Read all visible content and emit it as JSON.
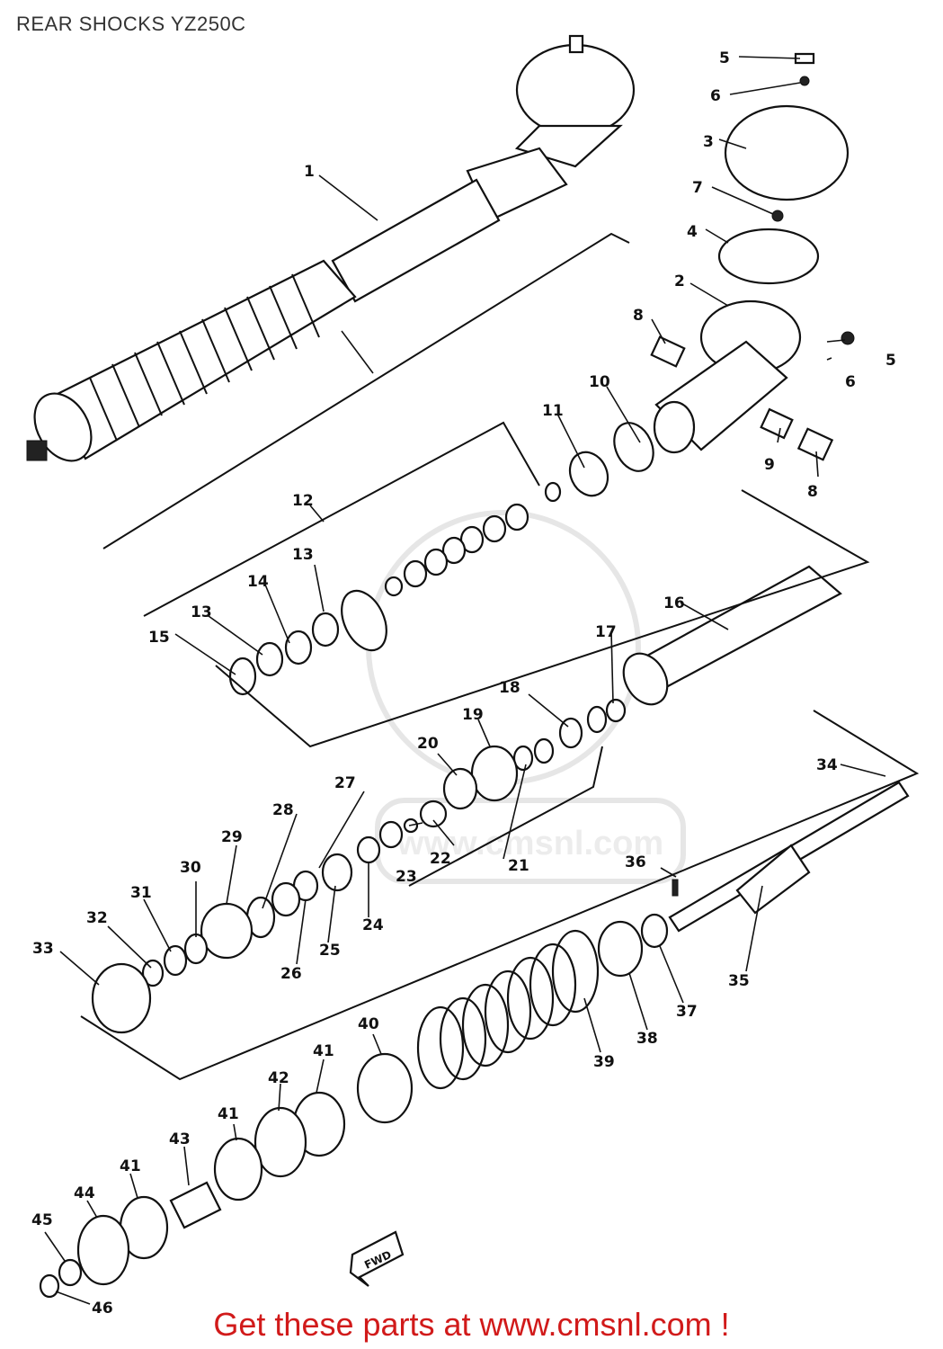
{
  "header": {
    "title": "REAR SHOCKS YZ250C"
  },
  "footer": {
    "link_text": "Get these parts at www.cmsnl.com !"
  },
  "watermark": {
    "text": "www.cmsnl.com"
  },
  "fwd_tag": "FWD",
  "callouts": [
    {
      "id": "c1",
      "label": "1"
    },
    {
      "id": "c2",
      "label": "2"
    },
    {
      "id": "c3",
      "label": "3"
    },
    {
      "id": "c4",
      "label": "4"
    },
    {
      "id": "c5a",
      "label": "5"
    },
    {
      "id": "c5b",
      "label": "5"
    },
    {
      "id": "c6a",
      "label": "6"
    },
    {
      "id": "c6b",
      "label": "6"
    },
    {
      "id": "c7",
      "label": "7"
    },
    {
      "id": "c8a",
      "label": "8"
    },
    {
      "id": "c8b",
      "label": "8"
    },
    {
      "id": "c9",
      "label": "9"
    },
    {
      "id": "c10",
      "label": "10"
    },
    {
      "id": "c11",
      "label": "11"
    },
    {
      "id": "c12",
      "label": "12"
    },
    {
      "id": "c13a",
      "label": "13"
    },
    {
      "id": "c13b",
      "label": "13"
    },
    {
      "id": "c14",
      "label": "14"
    },
    {
      "id": "c15",
      "label": "15"
    },
    {
      "id": "c16",
      "label": "16"
    },
    {
      "id": "c17",
      "label": "17"
    },
    {
      "id": "c18",
      "label": "18"
    },
    {
      "id": "c19",
      "label": "19"
    },
    {
      "id": "c20",
      "label": "20"
    },
    {
      "id": "c21",
      "label": "21"
    },
    {
      "id": "c22",
      "label": "22"
    },
    {
      "id": "c23",
      "label": "23"
    },
    {
      "id": "c24",
      "label": "24"
    },
    {
      "id": "c25",
      "label": "25"
    },
    {
      "id": "c26",
      "label": "26"
    },
    {
      "id": "c27",
      "label": "27"
    },
    {
      "id": "c28",
      "label": "28"
    },
    {
      "id": "c29",
      "label": "29"
    },
    {
      "id": "c30",
      "label": "30"
    },
    {
      "id": "c31",
      "label": "31"
    },
    {
      "id": "c32",
      "label": "32"
    },
    {
      "id": "c33",
      "label": "33"
    },
    {
      "id": "c34",
      "label": "34"
    },
    {
      "id": "c35",
      "label": "35"
    },
    {
      "id": "c36",
      "label": "36"
    },
    {
      "id": "c37",
      "label": "37"
    },
    {
      "id": "c38",
      "label": "38"
    },
    {
      "id": "c39",
      "label": "39"
    },
    {
      "id": "c40",
      "label": "40"
    },
    {
      "id": "c41a",
      "label": "41"
    },
    {
      "id": "c41b",
      "label": "41"
    },
    {
      "id": "c41c",
      "label": "41"
    },
    {
      "id": "c42",
      "label": "42"
    },
    {
      "id": "c43",
      "label": "43"
    },
    {
      "id": "c44",
      "label": "44"
    },
    {
      "id": "c45",
      "label": "45"
    },
    {
      "id": "c46",
      "label": "46"
    }
  ]
}
